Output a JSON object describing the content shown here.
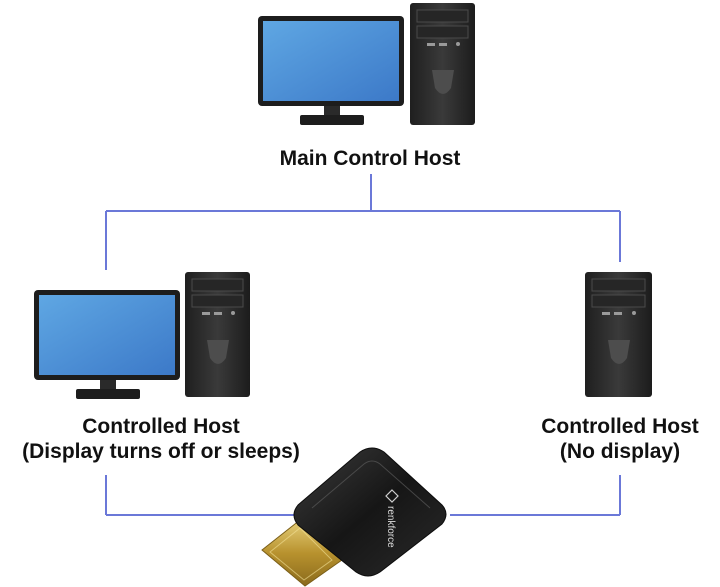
{
  "colors": {
    "connector_line": "#6b78d8",
    "screen": "#4a8ed6",
    "case": "#2b2b2b",
    "adapter_gold": "#c8a640"
  },
  "nodes": {
    "main": {
      "label": "Main Control Host"
    },
    "left": {
      "line1": "Controlled Host",
      "line2": "(Display turns off or sleeps)"
    },
    "right": {
      "line1": "Controlled Host",
      "line2": "(No display)"
    }
  },
  "adapter": {
    "brand": "renkforce"
  }
}
